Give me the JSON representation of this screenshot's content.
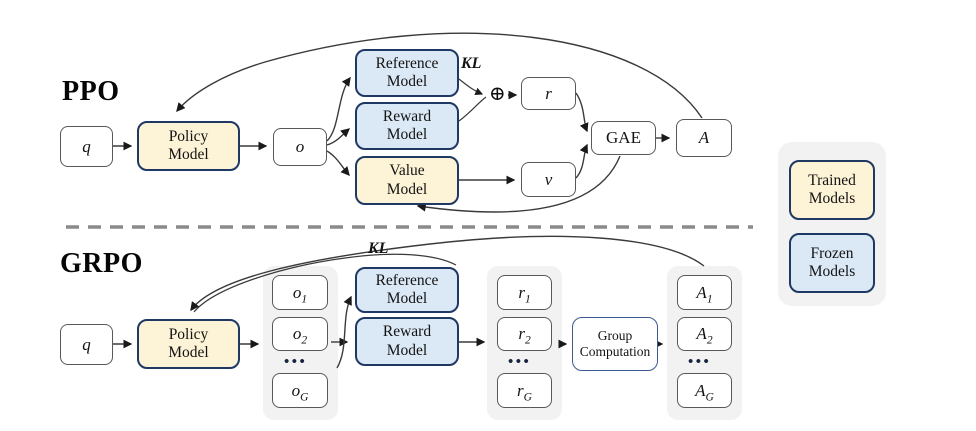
{
  "figure": {
    "ppo": {
      "title": "PPO",
      "q": "q",
      "policy": {
        "line1": "Policy",
        "line2": "Model"
      },
      "o": "o",
      "reference": {
        "line1": "Reference",
        "line2": "Model"
      },
      "reward": {
        "line1": "Reward",
        "line2": "Model"
      },
      "value": {
        "line1": "Value",
        "line2": "Model"
      },
      "kl": "KL",
      "oplus": "⊕",
      "r": "r",
      "v": "v",
      "gae": "GAE",
      "a": "A"
    },
    "grpo": {
      "title": "GRPO",
      "q": "q",
      "policy": {
        "line1": "Policy",
        "line2": "Model"
      },
      "kl": "KL",
      "dots": "•••",
      "o_items": [
        {
          "base": "o",
          "sub": "1"
        },
        {
          "base": "o",
          "sub": "2"
        },
        {
          "base": "o",
          "sub": "G"
        }
      ],
      "reference": {
        "line1": "Reference",
        "line2": "Model"
      },
      "reward": {
        "line1": "Reward",
        "line2": "Model"
      },
      "r_items": [
        {
          "base": "r",
          "sub": "1"
        },
        {
          "base": "r",
          "sub": "2"
        },
        {
          "base": "r",
          "sub": "G"
        }
      ],
      "group_computation": {
        "line1": "Group",
        "line2": "Computation"
      },
      "a_items": [
        {
          "base": "A",
          "sub": "1"
        },
        {
          "base": "A",
          "sub": "2"
        },
        {
          "base": "A",
          "sub": "G"
        }
      ]
    },
    "legend": {
      "trained": {
        "line1": "Trained",
        "line2": "Models"
      },
      "frozen": {
        "line1": "Frozen",
        "line2": "Models"
      }
    },
    "colors": {
      "trained_fill": "#fdf3d6",
      "frozen_fill": "#dbe8f6",
      "model_border": "#1f3864",
      "plain_border": "#585858",
      "panel_fill": "#f2f2f2",
      "arrow": "#3a3a3a",
      "divider": "#8a8a8a"
    }
  }
}
